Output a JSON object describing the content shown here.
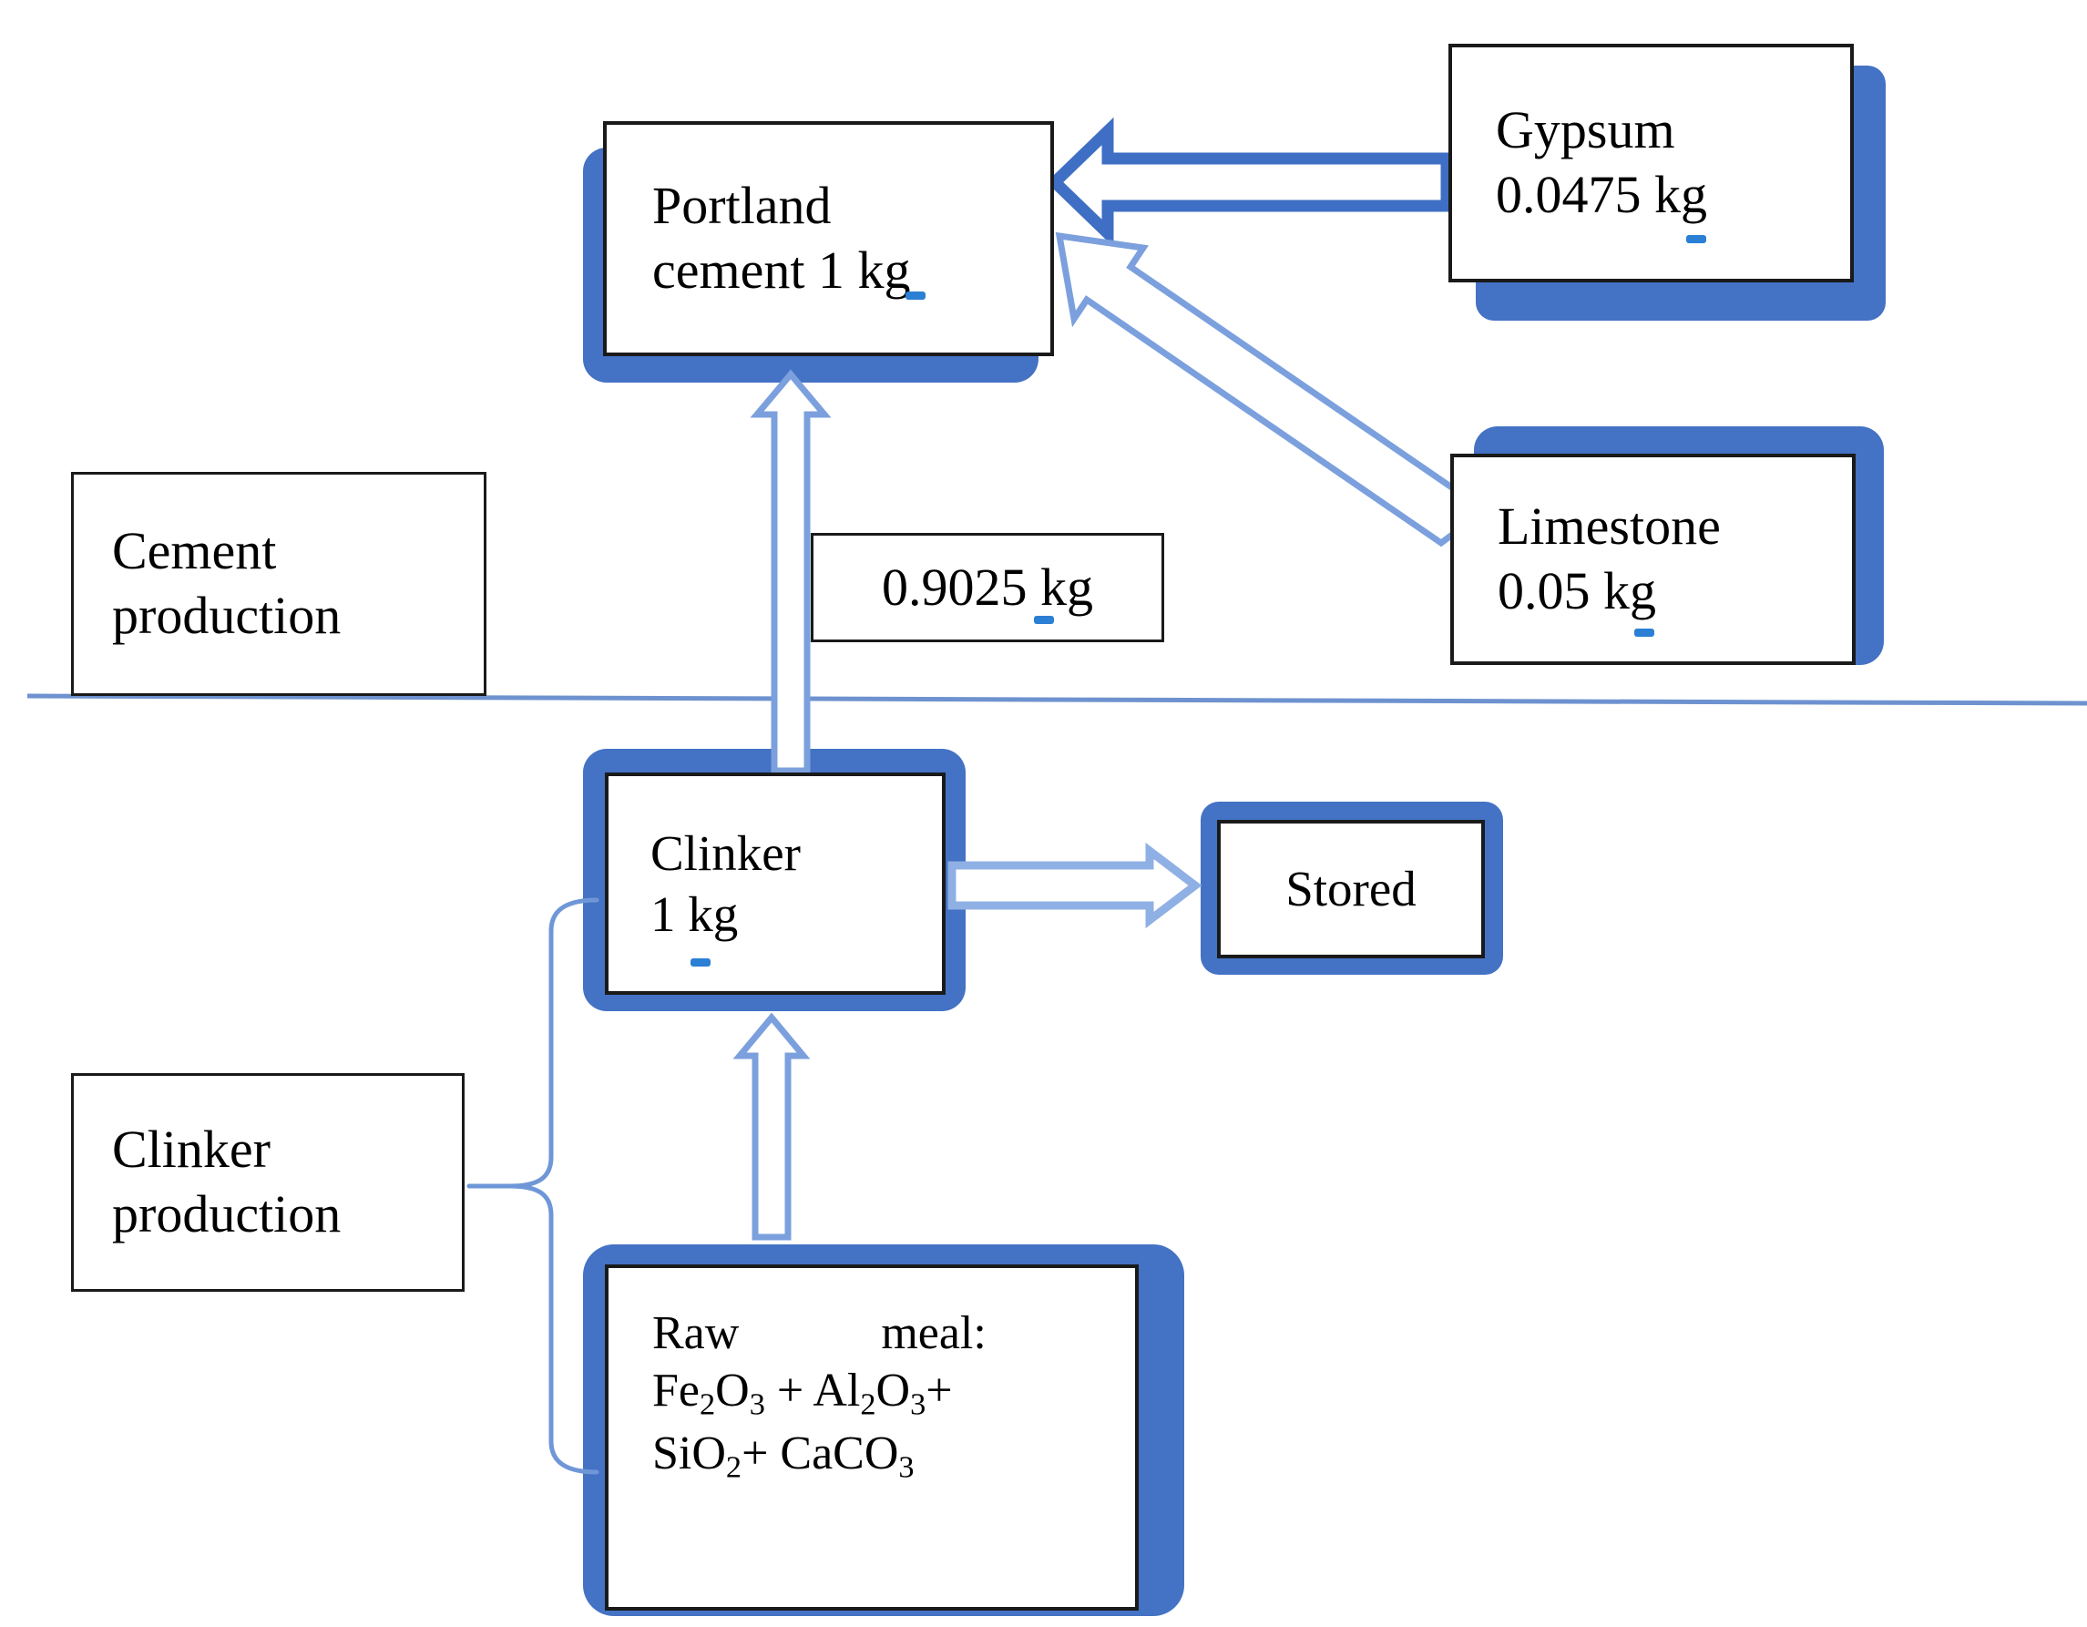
{
  "diagram": {
    "title": "Cement production process flow",
    "accent_color": "#4472c4",
    "arrow_color": "#3f6fc4",
    "divider_color": "#6d92cf",
    "box_border_color": "#1a1a1a",
    "background": "#ffffff"
  },
  "section_labels": [
    {
      "name": "cement-production",
      "line1": "Cement",
      "line2": "production"
    },
    {
      "name": "clinker-production",
      "line1": "Clinker",
      "line2": "production"
    }
  ],
  "nodes": {
    "portland_cement": {
      "line1": "Portland",
      "line2": "cement 1 kg"
    },
    "gypsum": {
      "line1": "Gypsum",
      "line2": "0.0475 kg"
    },
    "limestone": {
      "line1": "Limestone",
      "line2": "0.05 kg"
    },
    "clinker": {
      "line1": "Clinker",
      "line2": "1 kg"
    },
    "stored": {
      "line1": "Stored"
    },
    "raw_meal": {
      "line1": "Raw            meal:",
      "line2_html": "Fe2O3 + Al2O3+",
      "line3_html": "SiO2+ CaCO3",
      "line2_parts": [
        "Fe",
        "2",
        "O",
        "3",
        " + Al",
        "2",
        "O",
        "3",
        "+"
      ],
      "line3_parts": [
        "SiO",
        "2",
        "+ CaCO",
        "3"
      ]
    }
  },
  "edge_labels": {
    "clinker_to_cement": "0.9025 kg"
  },
  "flows": [
    {
      "from": "gypsum",
      "to": "portland_cement",
      "style": "block-arrow-thick",
      "direction": "left"
    },
    {
      "from": "limestone",
      "to": "portland_cement",
      "style": "block-arrow-thin",
      "direction": "up-left"
    },
    {
      "from": "clinker",
      "to": "portland_cement",
      "style": "block-arrow-thin",
      "direction": "up",
      "label": "0.9025 kg"
    },
    {
      "from": "clinker",
      "to": "stored",
      "style": "block-arrow-mid",
      "direction": "right"
    },
    {
      "from": "raw_meal",
      "to": "clinker",
      "style": "block-arrow-thin",
      "direction": "up"
    }
  ]
}
